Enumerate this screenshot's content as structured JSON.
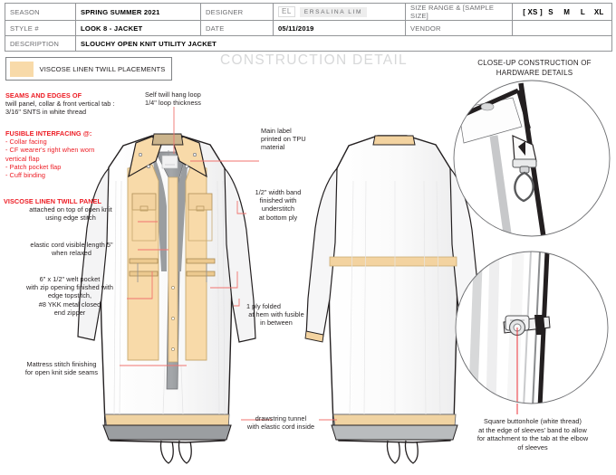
{
  "header": {
    "rows": [
      {
        "label": "SEASON",
        "value": "SPRING SUMMER 2021",
        "label2": "DESIGNER"
      },
      {
        "label": "STYLE #",
        "value": "LOOK 8 - JACKET",
        "label2": "DATE",
        "value2": "05/11/2019",
        "label3": "VENDOR"
      },
      {
        "label": "DESCRIPTION",
        "value": "SLOUCHY OPEN KNIT UTILITY JACKET"
      }
    ],
    "designer_initials": "EL",
    "designer_name": "ERSALINA LIM",
    "size_label": "SIZE RANGE & [SAMPLE SIZE]",
    "sizes": [
      "[ XS ]",
      "S",
      "M",
      "L",
      "XL"
    ],
    "vendor_label": "VENDOR",
    "vendor_value": ""
  },
  "legend": {
    "text": "VISCOSE LINEN TWILL PLACEMENTS",
    "swatch_color": "#f8daa9"
  },
  "titles": {
    "watermark": "CONSTRUCTION DETAIL",
    "right_panel": "CLOSE-UP CONSTRUCTION OF\nHARDWARE DETAILS",
    "right_panel_line1": "CLOSE-UP CONSTRUCTION OF",
    "right_panel_line2": "HARDWARE DETAILS"
  },
  "annotations": {
    "seams": {
      "heading": "SEAMS AND EDGES OF",
      "body_line1": "twill panel, collar & front vertical tab :",
      "body_line2": "3/16\" SNTS in white thread"
    },
    "fusible": {
      "heading": "FUSIBLE INTERFACING @:",
      "items": [
        "- Collar facing",
        "- CF wearer's right when worn",
        "vertical flap",
        "- Patch pocket flap",
        "- Cuff binding"
      ]
    },
    "twill_panel": {
      "heading": "VISCOSE LINEN TWILL PANEL",
      "body_line1": "attached on top of open knit",
      "body_line2": "using edge stitch"
    },
    "elastic_cord": {
      "line1": "elastic cord visible length 5\"",
      "line2": "when relaxed"
    },
    "welt_pocket": {
      "line1": "6\" x 1/2\" welt pocket",
      "line2": "with zip opening finished with",
      "line3": "edge topstitch,",
      "line4": "#8 YKK metal closed",
      "line5": "end zipper"
    },
    "mattress_stitch": {
      "line1": "Mattress stitch finishing",
      "line2": "for open knit side seams"
    },
    "hang_loop": {
      "line1": "Self twill hang loop",
      "line2": "1/4\" loop thickness"
    },
    "main_label": {
      "line1": "Main label",
      "line2": "printed on TPU",
      "line3": "material"
    },
    "width_band": {
      "line1": "1/2\" width band",
      "line2": "finished with",
      "line3": "understitch",
      "line4": "at bottom ply"
    },
    "hem_fold": {
      "line1": "1 ply folded",
      "line2": "at hem with fusible",
      "line3": "in between"
    },
    "drawstring": {
      "line1": "drawstring tunnel",
      "line2": "with elastic cord inside"
    },
    "buttonhole": {
      "line1": "Square buttonhole (white thread)",
      "line2": "at the edge of sleeves' band to allow",
      "line3": "for attachment to the tab at the elbow",
      "line4": "of sleeves"
    }
  },
  "colors": {
    "twill": "#f8daa9",
    "twill_shade": "#ecc98f",
    "lining": "#9b9ea1",
    "red_accent": "#ed1c24",
    "leader": "#f1736f",
    "rule": "#939598",
    "watermark": "#d7d8d9"
  }
}
